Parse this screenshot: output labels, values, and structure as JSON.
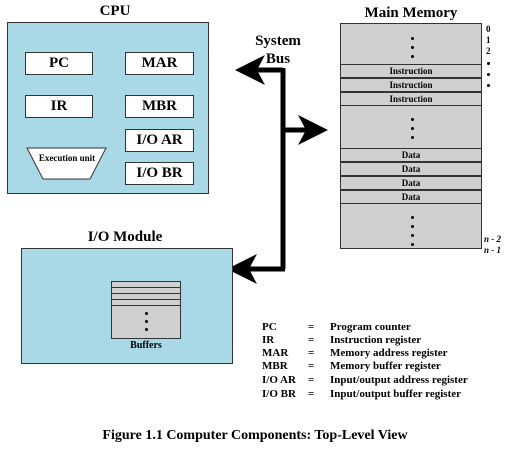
{
  "cpu": {
    "title": "CPU",
    "registers": {
      "pc": "PC",
      "mar": "MAR",
      "ir": "IR",
      "mbr": "MBR",
      "ioar": "I/O AR",
      "iobr": "I/O BR"
    },
    "execution_unit": "Execution unit"
  },
  "bus": {
    "label_line1": "System",
    "label_line2": "Bus"
  },
  "memory": {
    "title": "Main Memory",
    "instruction_label": "Instruction",
    "data_label": "Data",
    "addresses": {
      "a0": "0",
      "a1": "1",
      "a2": "2",
      "n2": "n - 2",
      "n1": "n - 1"
    }
  },
  "io_module": {
    "title": "I/O Module",
    "buffers_label": "Buffers"
  },
  "legend": [
    {
      "abbr": "PC",
      "eq": "=",
      "desc": "Program counter"
    },
    {
      "abbr": "IR",
      "eq": "=",
      "desc": "Instruction register"
    },
    {
      "abbr": "MAR",
      "eq": "=",
      "desc": "Memory address register"
    },
    {
      "abbr": "MBR",
      "eq": "=",
      "desc": "Memory buffer register"
    },
    {
      "abbr": "I/O AR",
      "eq": "=",
      "desc": "Input/output address register"
    },
    {
      "abbr": "I/O BR",
      "eq": "=",
      "desc": "Input/output buffer register"
    }
  ],
  "caption": "Figure 1.1  Computer Components: Top-Level View"
}
